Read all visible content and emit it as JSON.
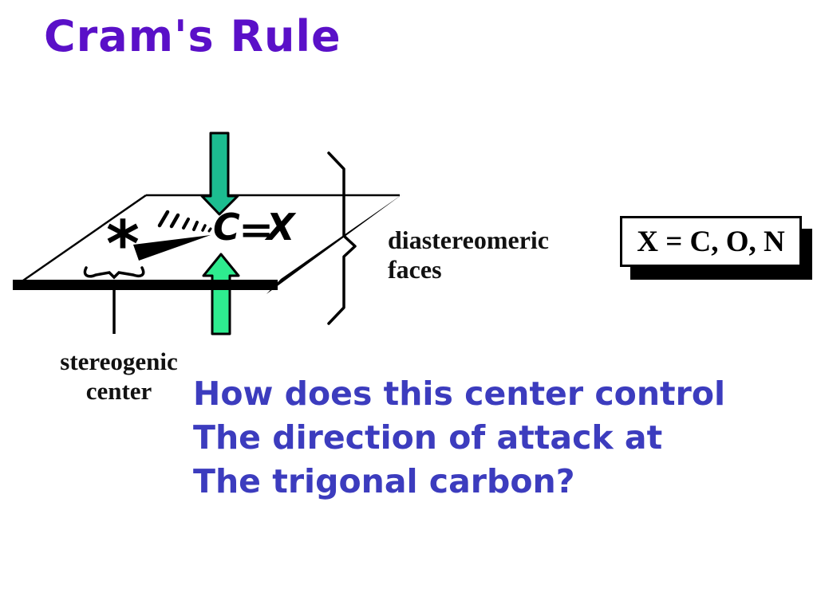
{
  "slide": {
    "title": "Cram's Rule"
  },
  "colors": {
    "title": "#5a10c8",
    "question_text": "#3c3cbe",
    "top_attack_arrow": "#1cbd90",
    "bottom_attack_arrow": "#2eec8f",
    "line_art": "#000000"
  },
  "diagram": {
    "stereocenter_marker": "*",
    "carbon_label": "C",
    "bond_symbol": "=",
    "substituent_label": "X",
    "faces_label": {
      "line1": "diastereomeric",
      "line2": "faces"
    },
    "stereocenter_label": {
      "line1": "stereogenic",
      "line2": "center"
    }
  },
  "callout": {
    "x_definition": "X = C, O, N"
  },
  "question": {
    "line1": "How does this center control",
    "line2": "The direction of attack at",
    "line3": "The trigonal carbon?"
  }
}
